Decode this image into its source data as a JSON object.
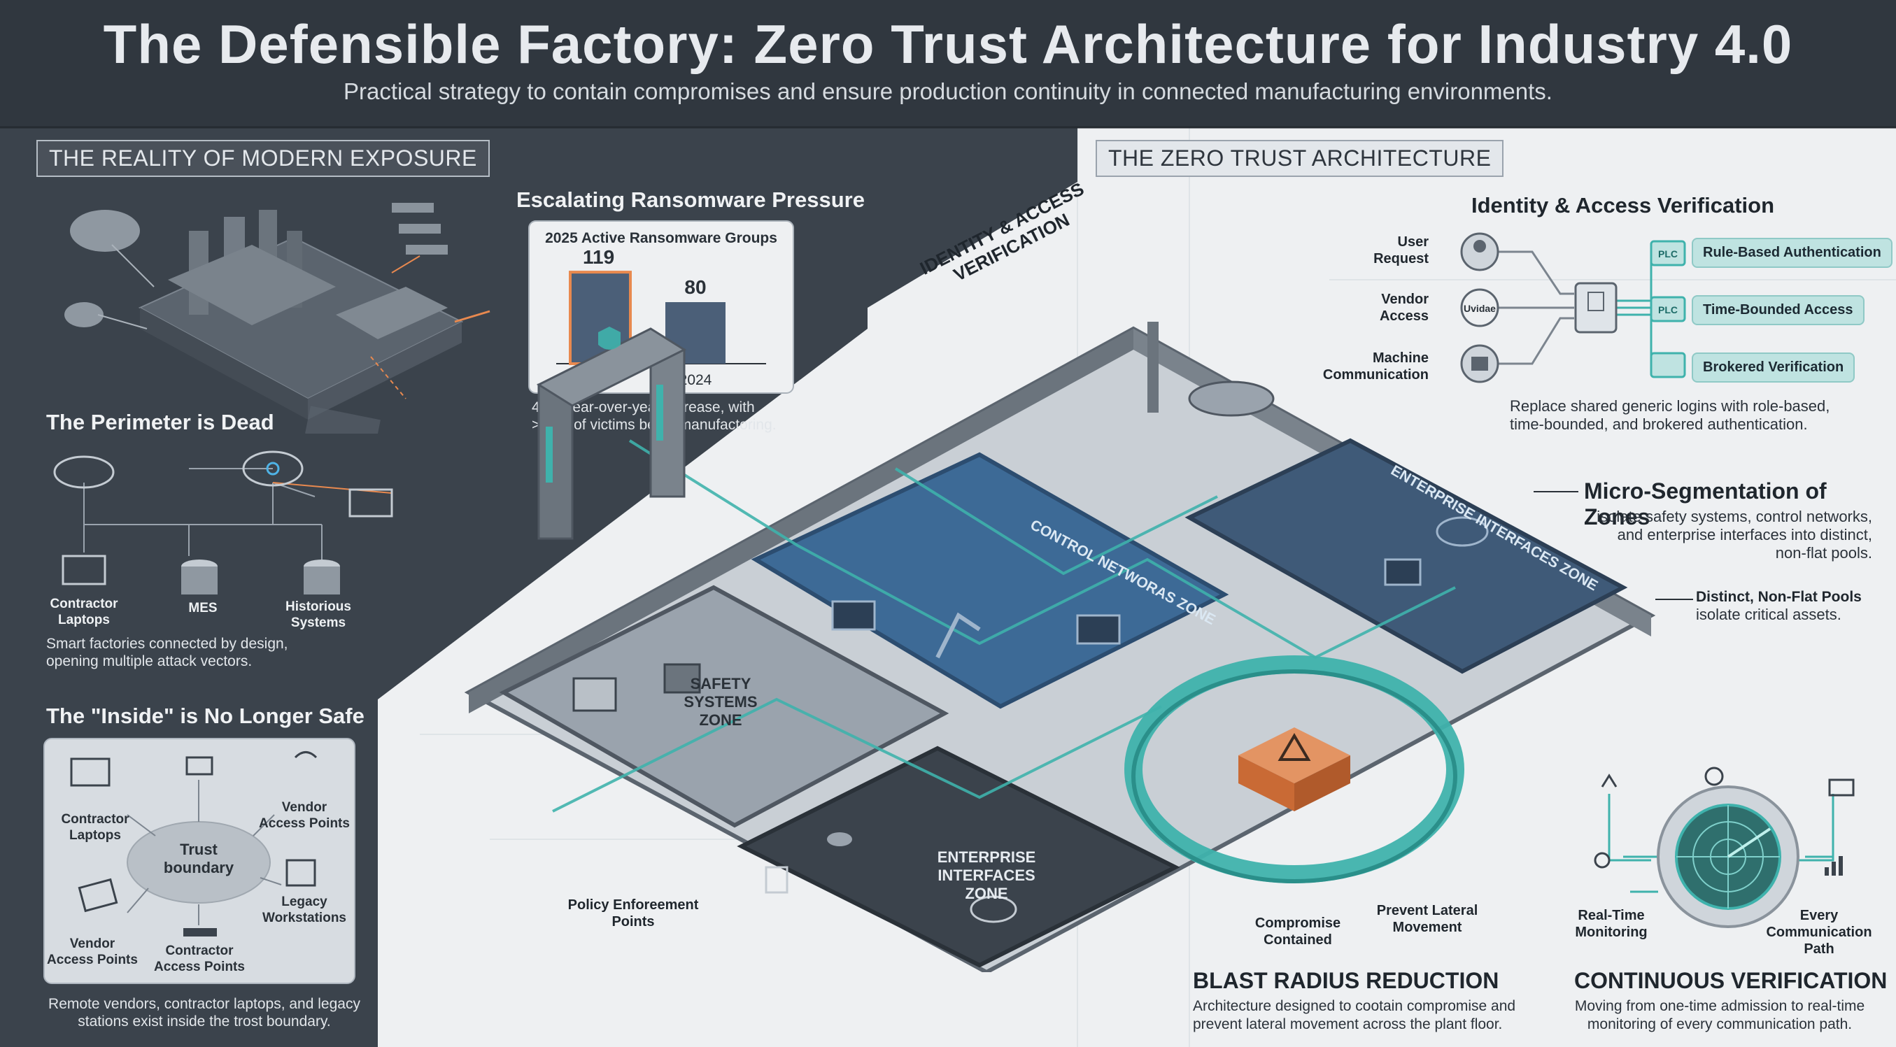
{
  "header": {
    "title": "The Defensible Factory: Zero Trust Architecture for Industry 4.0",
    "subtitle": "Practical strategy to contain compromises and ensure production continuity in connected manufacturing environments."
  },
  "left": {
    "section_label": "THE REALITY OF MODERN EXPOSURE",
    "ransomware": {
      "heading": "Escalating Ransomware Pressure",
      "caption_line1": "46% year-over-year increase, with",
      "caption_line2": ">66% of victims being manufactoring."
    },
    "perimeter": {
      "heading": "The Perimeter is Dead",
      "nodes": {
        "contractor": "Contractor\nLaptops",
        "mes": "MES",
        "historious": "Historious\nSystems"
      },
      "caption_line1": "Smart factories connected by design,",
      "caption_line2": "opening multiple attack vectors."
    },
    "inside": {
      "heading": "The \"Inside\" is No Longer Safe",
      "center": "Trust\nboundary",
      "nodes": {
        "contractor_laptops": "Contractor\nLaptops",
        "vendor_ap_top": "Vendor\nAccess Points",
        "legacy": "Legacy\nWorkstations",
        "vendor_ap_bottom": "Vendor\nAccess Points",
        "contractor_ap": "Contractor\nAccess Points"
      },
      "caption_line1": "Remote vendors, contractor laptops, and legacy",
      "caption_line2": "stations exist inside the trost boundary."
    }
  },
  "chart_data": {
    "type": "bar",
    "title": "2025 Active Ransomware Groups",
    "categories": [
      "2025",
      "2024"
    ],
    "values": [
      119,
      80
    ],
    "ylim": [
      0,
      130
    ],
    "colors": [
      "#4b5f78",
      "#4b5f78"
    ],
    "highlight_color": "#e8894f"
  },
  "right": {
    "section_label": "THE ZERO TRUST ARCHITECTURE",
    "identity": {
      "heading": "Identity & Access Verification",
      "sources": [
        "User\nRequest",
        "Vendor\nAccess",
        "Machine\nCommunication"
      ],
      "vendor_badge": "Uvidae",
      "plc_label": "PLC",
      "results": [
        "Rule-Based Authentication",
        "Time-Bounded Access",
        "Brokered Verification"
      ],
      "caption_line1": "Replace shared generic logins with role-based,",
      "caption_line2": "time-bounded, and brokered authentication."
    },
    "microseg": {
      "heading": "Micro-Segmentation of Zones",
      "text_line1": "isolate safety systems, control networks,",
      "text_line2": "and enterprise interfaces into distinct,",
      "text_line3": "non-flat pools.",
      "pools_line1": "Distinct, Non-Flat Pools",
      "pools_line2": "isolate critical assets."
    },
    "diagram": {
      "arch_label_line1": "IDENTITY & ACCESS",
      "arch_label_line2": "VERIFICATION",
      "control_zone": "CONTROL NETWORAS ZONE",
      "enterprise_zone_top": "ENTERPRISE INTERFACES ZONE",
      "safety_zone": "SAFETY\nSYSTEMS\nZONE",
      "enterprise_zone_bottom": "ENTERPRISE\nINTERFACES\nZONE",
      "policy_points": "Policy Enforeement\nPoints",
      "compromise": "Compromise\nContained",
      "prevent": "Prevent Lateral\nMovement"
    },
    "blast": {
      "heading": "BLAST RADIUS REDUCTION",
      "text_line1": "Architecture designed to cootain compromise and",
      "text_line2": "prevent lateral movement across the plant floor."
    },
    "continuous": {
      "heading": "CONTINUOUS VERIFICATION",
      "realtime": "Real-Time\nMonitoring",
      "every_path": "Every\nCommunication\nPath",
      "text_line1": "Moving from one-time admission to real-time",
      "text_line2": "monitoring of every communication path."
    }
  },
  "colors": {
    "header_bg": "#2f363e",
    "left_bg": "#3a424b",
    "teal": "#3fb2ac",
    "zone_blue": "#3d6a96",
    "alert_orange": "#e8894f"
  }
}
